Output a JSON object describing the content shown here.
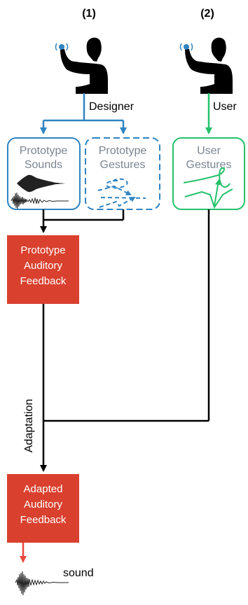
{
  "panels": {
    "p1": {
      "number": "(1)",
      "role": "Designer"
    },
    "p2": {
      "number": "(2)",
      "role": "User"
    }
  },
  "boxes": {
    "sounds": {
      "line1": "Prototype",
      "line2": "Sounds"
    },
    "gestures": {
      "line1": "Prototype",
      "line2": "Gestures"
    },
    "user_gestures": {
      "line1": "User",
      "line2": "Gestures"
    },
    "prototype_feedback": {
      "line1": "Prototype",
      "line2": "Auditory",
      "line3": "Feedback"
    },
    "adapted_feedback": {
      "line1": "Adapted",
      "line2": "Auditory",
      "line3": "Feedback"
    }
  },
  "edges": {
    "adaptation": "Adaptation"
  },
  "output": {
    "label": "sound"
  },
  "colors": {
    "blue": "#2f84c2",
    "green": "#23c16b",
    "red_box": "#d9402e",
    "red_arrow": "#e8473b",
    "gray_text": "#7b8591",
    "black": "#000000"
  },
  "icons": [
    "person-with-phone-icon",
    "waveform-icon",
    "gesture-trace-icon"
  ]
}
